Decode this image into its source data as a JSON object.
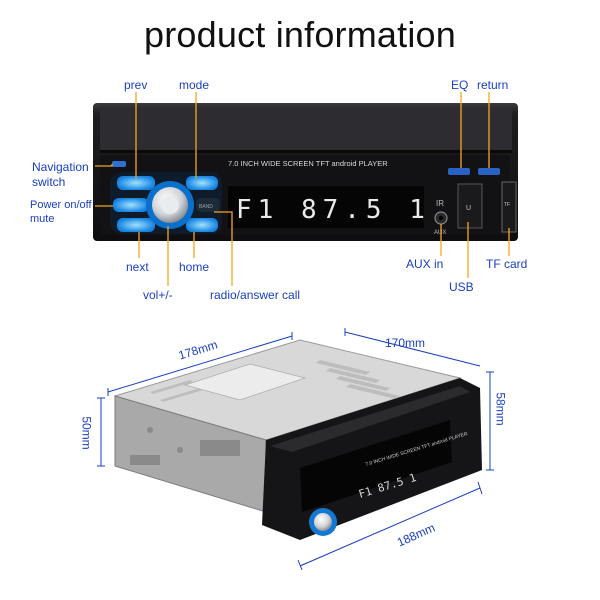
{
  "title": "product information",
  "front_panel": {
    "model_label": "7.0 INCH WIDE SCREEN TFT android PLAYER",
    "display_text": "F1 87.5 1",
    "button_labels": {
      "aux": "AUX",
      "band": "BAND",
      "tf": "TF",
      "ir": "IR"
    },
    "callouts": {
      "prev": "prev",
      "mode": "mode",
      "eq": "EQ",
      "return": "return",
      "navigation_line1": "Navigation",
      "navigation_line2": "switch",
      "power_line1": "Power on/off",
      "power_line2": "mute",
      "next": "next",
      "home": "home",
      "vol": "vol+/-",
      "radio": "radio/answer call",
      "aux_in": "AUX in",
      "usb": "USB",
      "tf_card": "TF card"
    }
  },
  "dimensions": {
    "depth": "178mm",
    "width_top": "170mm",
    "height_left": "50mm",
    "height_right": "58mm",
    "width_front": "188mm"
  },
  "colors": {
    "callout": "#1a3fbf",
    "accent_glow": "#19a9ff",
    "body_dark": "#1b1b1d"
  }
}
